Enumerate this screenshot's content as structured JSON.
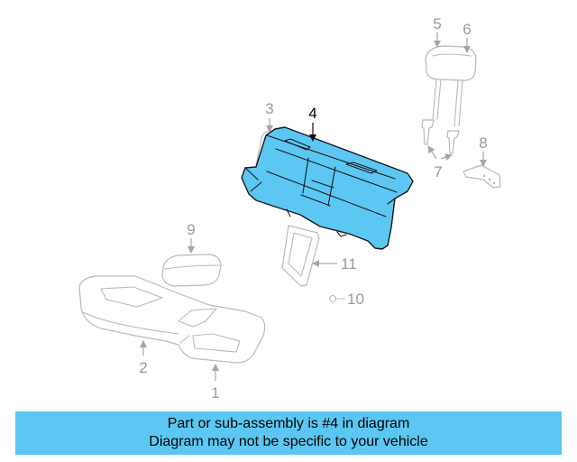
{
  "diagram": {
    "highlight_color": "#5bc7f2",
    "callouts": {
      "c1": "1",
      "c2": "2",
      "c3": "3",
      "c4": "4",
      "c5": "5",
      "c6": "6",
      "c7": "7",
      "c8": "8",
      "c9": "9",
      "c10": "10",
      "c11": "11"
    }
  },
  "banner": {
    "line1": "Part or sub-assembly is #4 in diagram",
    "line2": "Diagram may not be specific to your vehicle"
  }
}
